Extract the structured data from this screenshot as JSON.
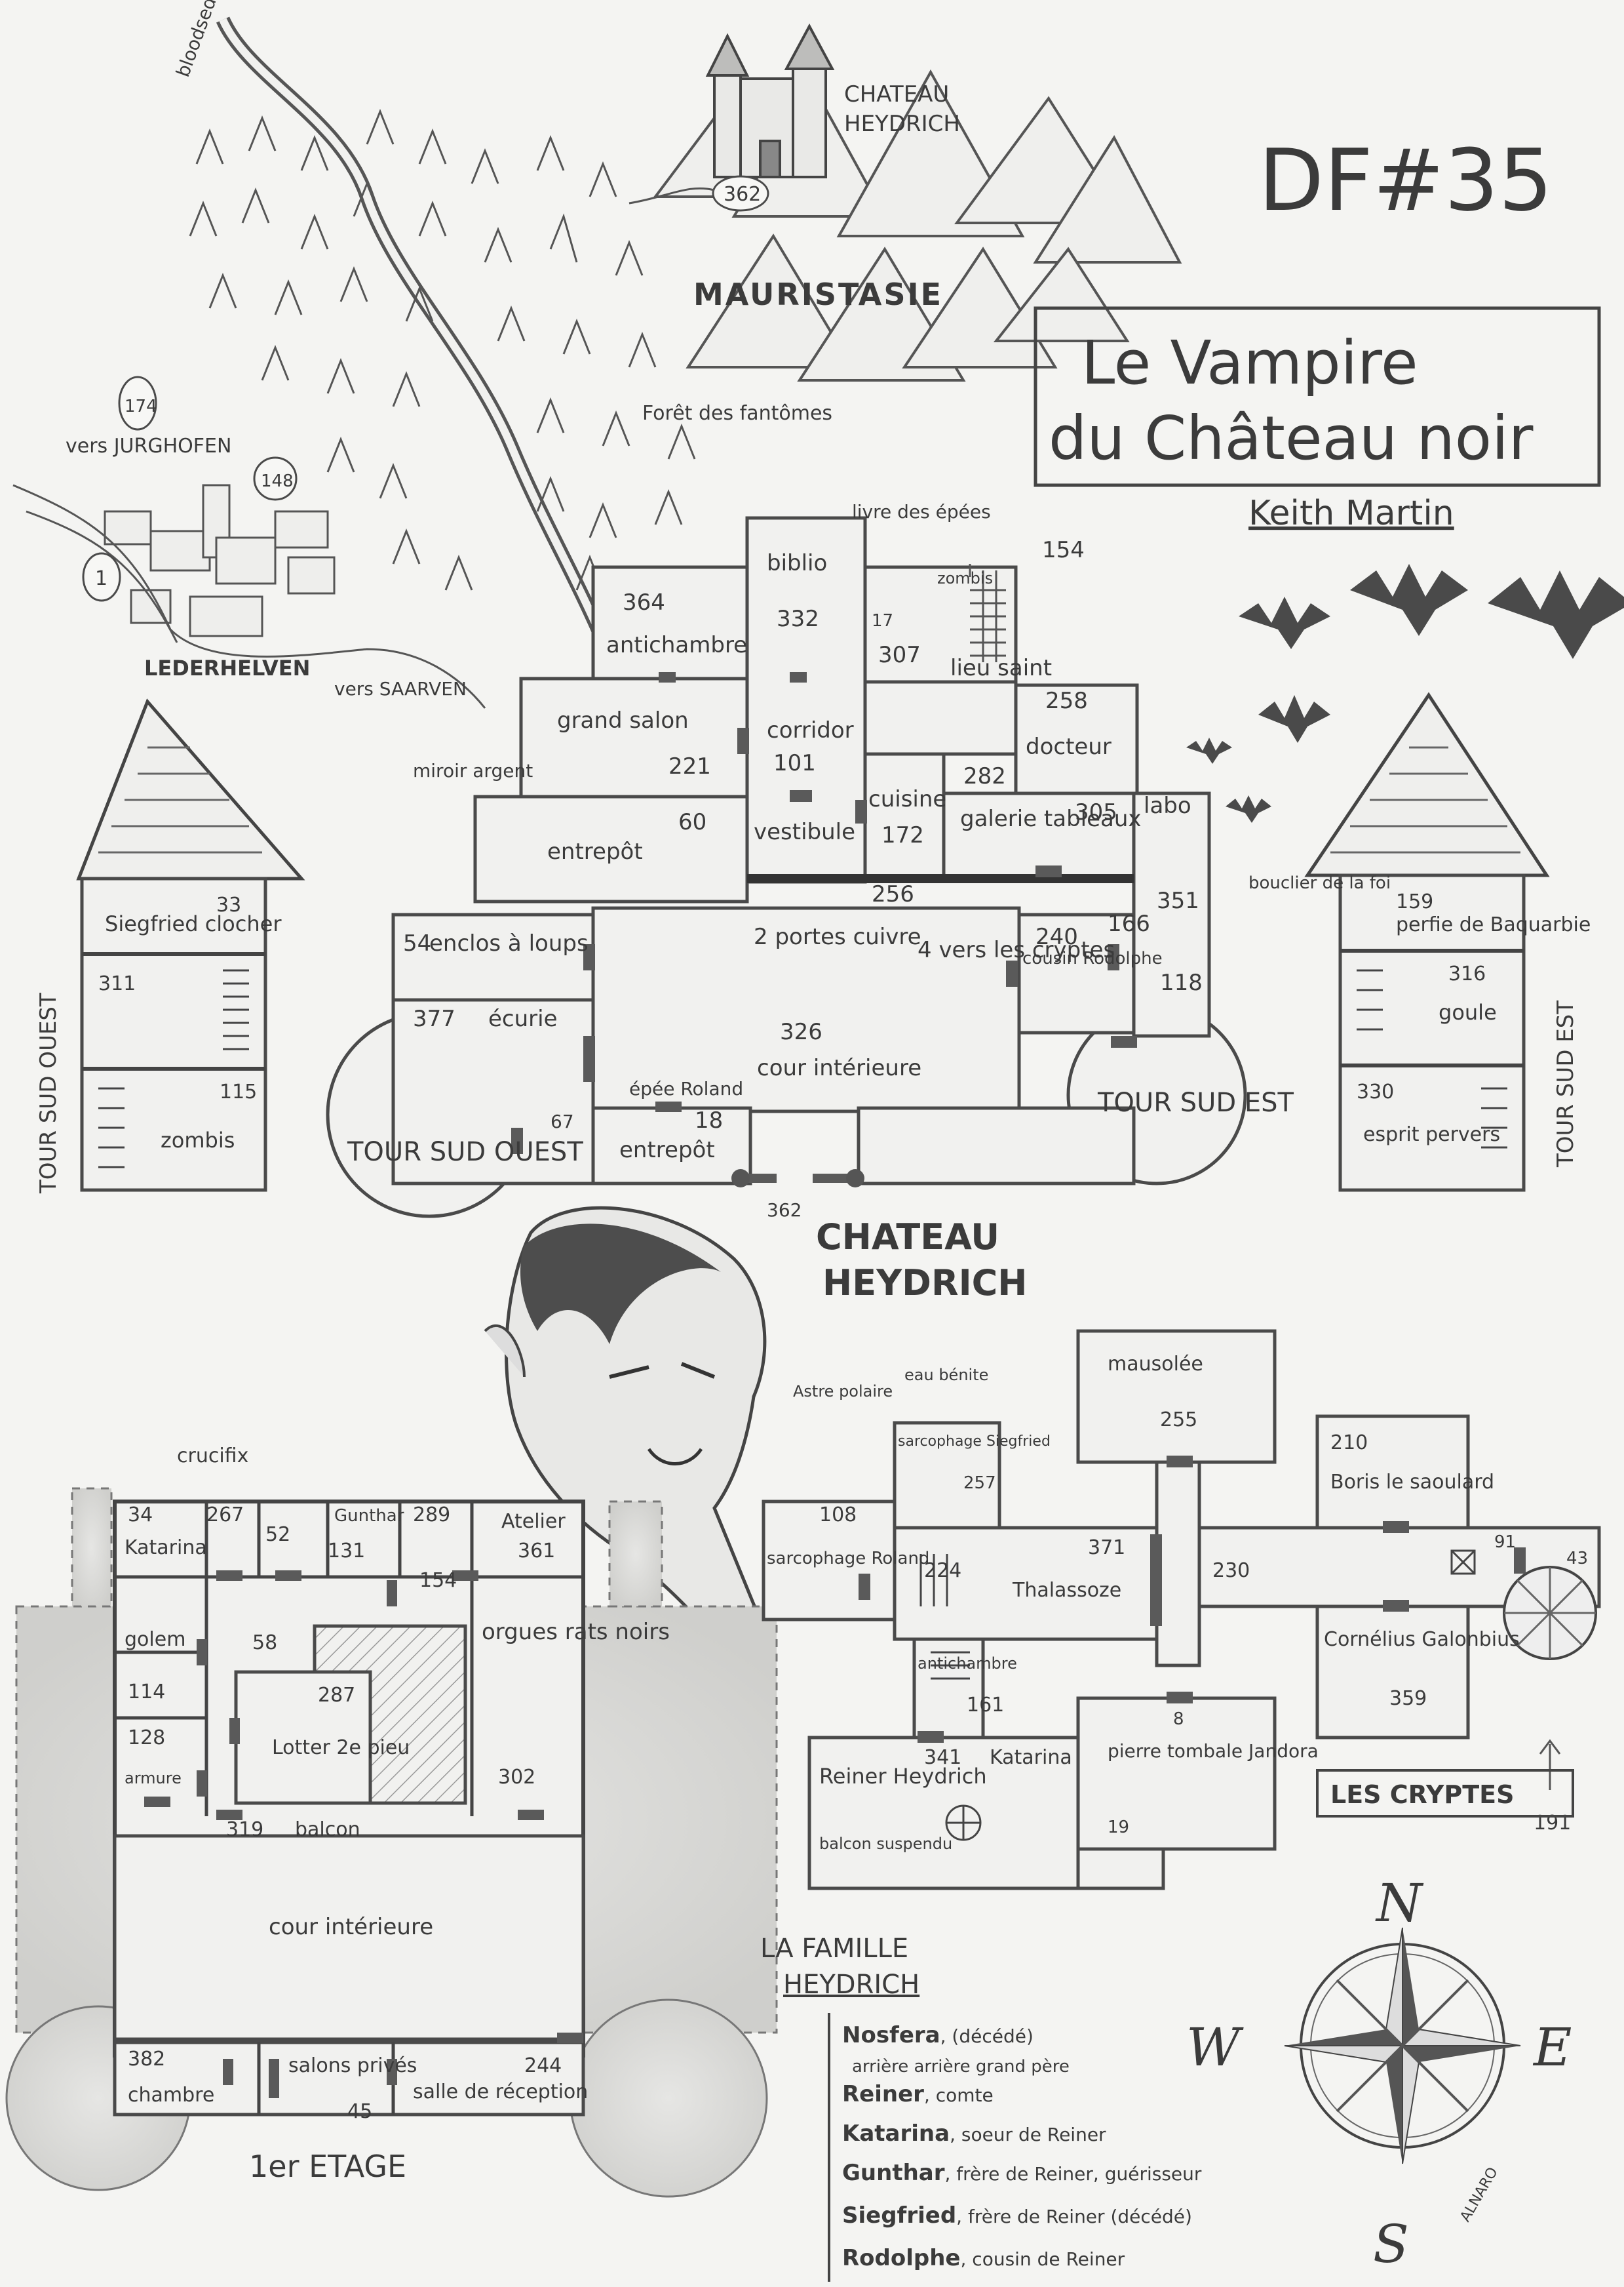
{
  "header": {
    "series": "DF#35",
    "title_line1": "Le Vampire",
    "title_line2": "du Château noir",
    "author": "Keith Martin"
  },
  "overview": {
    "castle_label_1": "CHATEAU",
    "castle_label_2": "HEYDRICH",
    "castle_ref": "362",
    "region": "MAURISTASIE",
    "river": "bloodsedge",
    "forest": "Forêt des fantômes",
    "village": "LEDERHELVEN",
    "village_ref": "1",
    "to_jurghofen": "vers JURGHOFEN",
    "ref_174": "174",
    "ref_148": "148",
    "to_saarven": "vers SAARVEN"
  },
  "castle": {
    "title_1": "CHATEAU",
    "title_2": "HEYDRICH",
    "rooms": [
      {
        "label": "biblio",
        "ref": "332"
      },
      {
        "label": "antichambre",
        "ref": "364"
      },
      {
        "label": "lieu saint",
        "ref": "307"
      },
      {
        "label": "zombis",
        "ref": "154"
      },
      {
        "label": "",
        "ref": "17"
      },
      {
        "label": "grand salon",
        "ref": "221"
      },
      {
        "label": "corridor",
        "ref": "101"
      },
      {
        "label": "docteur",
        "ref": "258"
      },
      {
        "label": "cuisine",
        "ref": "172"
      },
      {
        "label": "",
        "ref": "282"
      },
      {
        "label": "galerie tableaux",
        "ref": "305"
      },
      {
        "label": "entrepôt",
        "ref": "60"
      },
      {
        "label": "vestibule",
        "ref": ""
      },
      {
        "label": "labo",
        "ref": "351"
      },
      {
        "label": "",
        "ref": "256"
      },
      {
        "label": "",
        "ref": "166"
      },
      {
        "label": "",
        "ref": "118"
      },
      {
        "label": "enclos à loups",
        "ref": "54"
      },
      {
        "label": "écurie",
        "ref": "377"
      },
      {
        "label": "2 portes cuivre",
        "ref": "2"
      },
      {
        "label": "4 vers les cryptes",
        "ref": ""
      },
      {
        "label": "cousin Rodolphe",
        "ref": "240"
      },
      {
        "label": "cour intérieure",
        "ref": "326"
      },
      {
        "label": "épée Roland",
        "ref": ""
      },
      {
        "label": "entrepôt",
        "ref": "18"
      },
      {
        "label": "",
        "ref": "67"
      },
      {
        "label": "",
        "ref": "362"
      }
    ],
    "notes": {
      "livre": "livre des épées",
      "miroir": "miroir argent"
    },
    "tower_sw": "TOUR SUD OUEST",
    "tower_se": "TOUR SUD EST"
  },
  "tower_west": {
    "side_label": "TOUR SUD OUEST",
    "rooms": [
      {
        "label": "Siegfried clocher",
        "ref": "33"
      },
      {
        "label": "",
        "ref": "311"
      },
      {
        "label": "zombis",
        "ref": "115"
      }
    ]
  },
  "tower_east": {
    "side_label": "TOUR SUD EST",
    "note": "bouclier de la foi",
    "rooms": [
      {
        "label": "perfie de Baquarbie",
        "ref": "159"
      },
      {
        "label": "goule",
        "ref": "316"
      },
      {
        "label": "esprit pervers",
        "ref": "330"
      }
    ]
  },
  "first_floor": {
    "label": "1er ETAGE",
    "crucifix": "crucifix",
    "rooms": [
      {
        "label": "Katarina",
        "ref": "34"
      },
      {
        "label": "",
        "ref": "267"
      },
      {
        "label": "",
        "ref": "52"
      },
      {
        "label": "Gunthar",
        "ref": "131"
      },
      {
        "label": "",
        "ref": "289"
      },
      {
        "label": "Atelier",
        "ref": "361"
      },
      {
        "label": "",
        "ref": "154"
      },
      {
        "label": "golem",
        "ref": "114"
      },
      {
        "label": "",
        "ref": "58"
      },
      {
        "label": "Lotter 2e pieu",
        "ref": "287"
      },
      {
        "label": "orgues rats noirs",
        "ref": ""
      },
      {
        "label": "armure",
        "ref": "128"
      },
      {
        "label": "",
        "ref": "302"
      },
      {
        "label": "balcon",
        "ref": "319"
      },
      {
        "label": "cour intérieure",
        "ref": ""
      },
      {
        "label": "chambre",
        "ref": "382"
      },
      {
        "label": "salons privés",
        "ref": "45"
      },
      {
        "label": "salle de réception",
        "ref": "244"
      }
    ]
  },
  "crypts": {
    "label": "LES CRYPTES",
    "rooms": [
      {
        "label": "mausolée",
        "ref": "255"
      },
      {
        "label": "Astre polaire",
        "ref": ""
      },
      {
        "label": "eau bénite",
        "ref": ""
      },
      {
        "label": "sarcophage Siegfried",
        "ref": "257"
      },
      {
        "label": "Boris le saoulard",
        "ref": "210"
      },
      {
        "label": "sarcophage Roland",
        "ref": "108"
      },
      {
        "label": "",
        "ref": "224"
      },
      {
        "label": "Thalassoze",
        "ref": "371"
      },
      {
        "label": "",
        "ref": "230"
      },
      {
        "label": "",
        "ref": "91"
      },
      {
        "label": "",
        "ref": "43"
      },
      {
        "label": "Cornélius Galonbius",
        "ref": "359"
      },
      {
        "label": "antichambre",
        "ref": "161"
      },
      {
        "label": "pierre tombale Jandora",
        "ref": "8"
      },
      {
        "label": "Katarina",
        "ref": "341"
      },
      {
        "label": "Reiner Heydrich",
        "ref": ""
      },
      {
        "label": "balcon suspendu",
        "ref": ""
      },
      {
        "label": "",
        "ref": "19"
      },
      {
        "label": "",
        "ref": "191"
      }
    ]
  },
  "family": {
    "title_1": "LA FAMILLE",
    "title_2": "HEYDRICH",
    "members": [
      {
        "name": "Nosfera",
        "desc": ", (décédé)"
      },
      {
        "name": "",
        "desc": "arrière arrière grand père"
      },
      {
        "name": "Reiner",
        "desc": ", comte"
      },
      {
        "name": "Katarina",
        "desc": ", soeur de Reiner"
      },
      {
        "name": "Gunthar",
        "desc": ", frère de Reiner, guérisseur"
      },
      {
        "name": "Siegfried",
        "desc": ", frère de Reiner (décédé)"
      },
      {
        "name": "Rodolphe",
        "desc": ", cousin de Reiner"
      }
    ]
  },
  "compass": {
    "n": "N",
    "s": "S",
    "e": "E",
    "w": "W",
    "signature": "ALNARO"
  }
}
